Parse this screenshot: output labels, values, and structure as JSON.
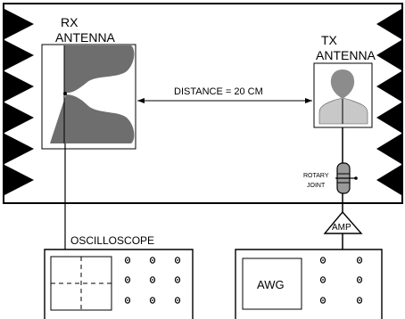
{
  "labels": {
    "rx": [
      "RX",
      "ANTENNA"
    ],
    "tx": [
      "TX",
      "ANTENNA"
    ],
    "distance": "DISTANCE = 20 CM",
    "rotary": [
      "ROTARY",
      "JOINT"
    ],
    "amp": "AMP",
    "oscilloscope": "OSCILLOSCOPE",
    "awg": "AWG"
  },
  "colors": {
    "absorber": "#000000",
    "rx_horn": "#6e6e6e",
    "tx_fill": "#c8c8c8",
    "tx_head": "#8c8c8c",
    "rotary_body": "#9a9a9a"
  }
}
